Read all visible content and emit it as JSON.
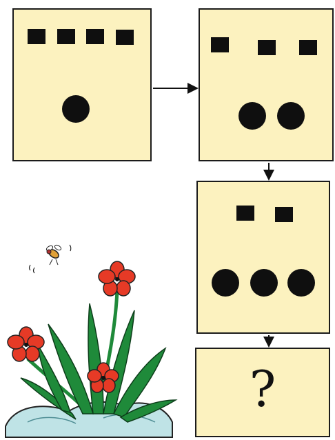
{
  "diagram": {
    "sequence": [
      {
        "squares": 4,
        "circles": 1
      },
      {
        "squares": 3,
        "circles": 2
      },
      {
        "squares": 2,
        "circles": 3
      },
      {
        "unknown": true,
        "symbol": "?"
      }
    ]
  },
  "illustration": {
    "description_icons": [
      "flower-cluster-icon",
      "bee-icon",
      "rock-icon"
    ]
  },
  "colors": {
    "card_fill": "#fcf2bf",
    "shape_fill": "#0f0f0f",
    "flower_red": "#e63a26",
    "leaf_green": "#1f8a3a",
    "rock_blue": "#bfe3e6"
  }
}
